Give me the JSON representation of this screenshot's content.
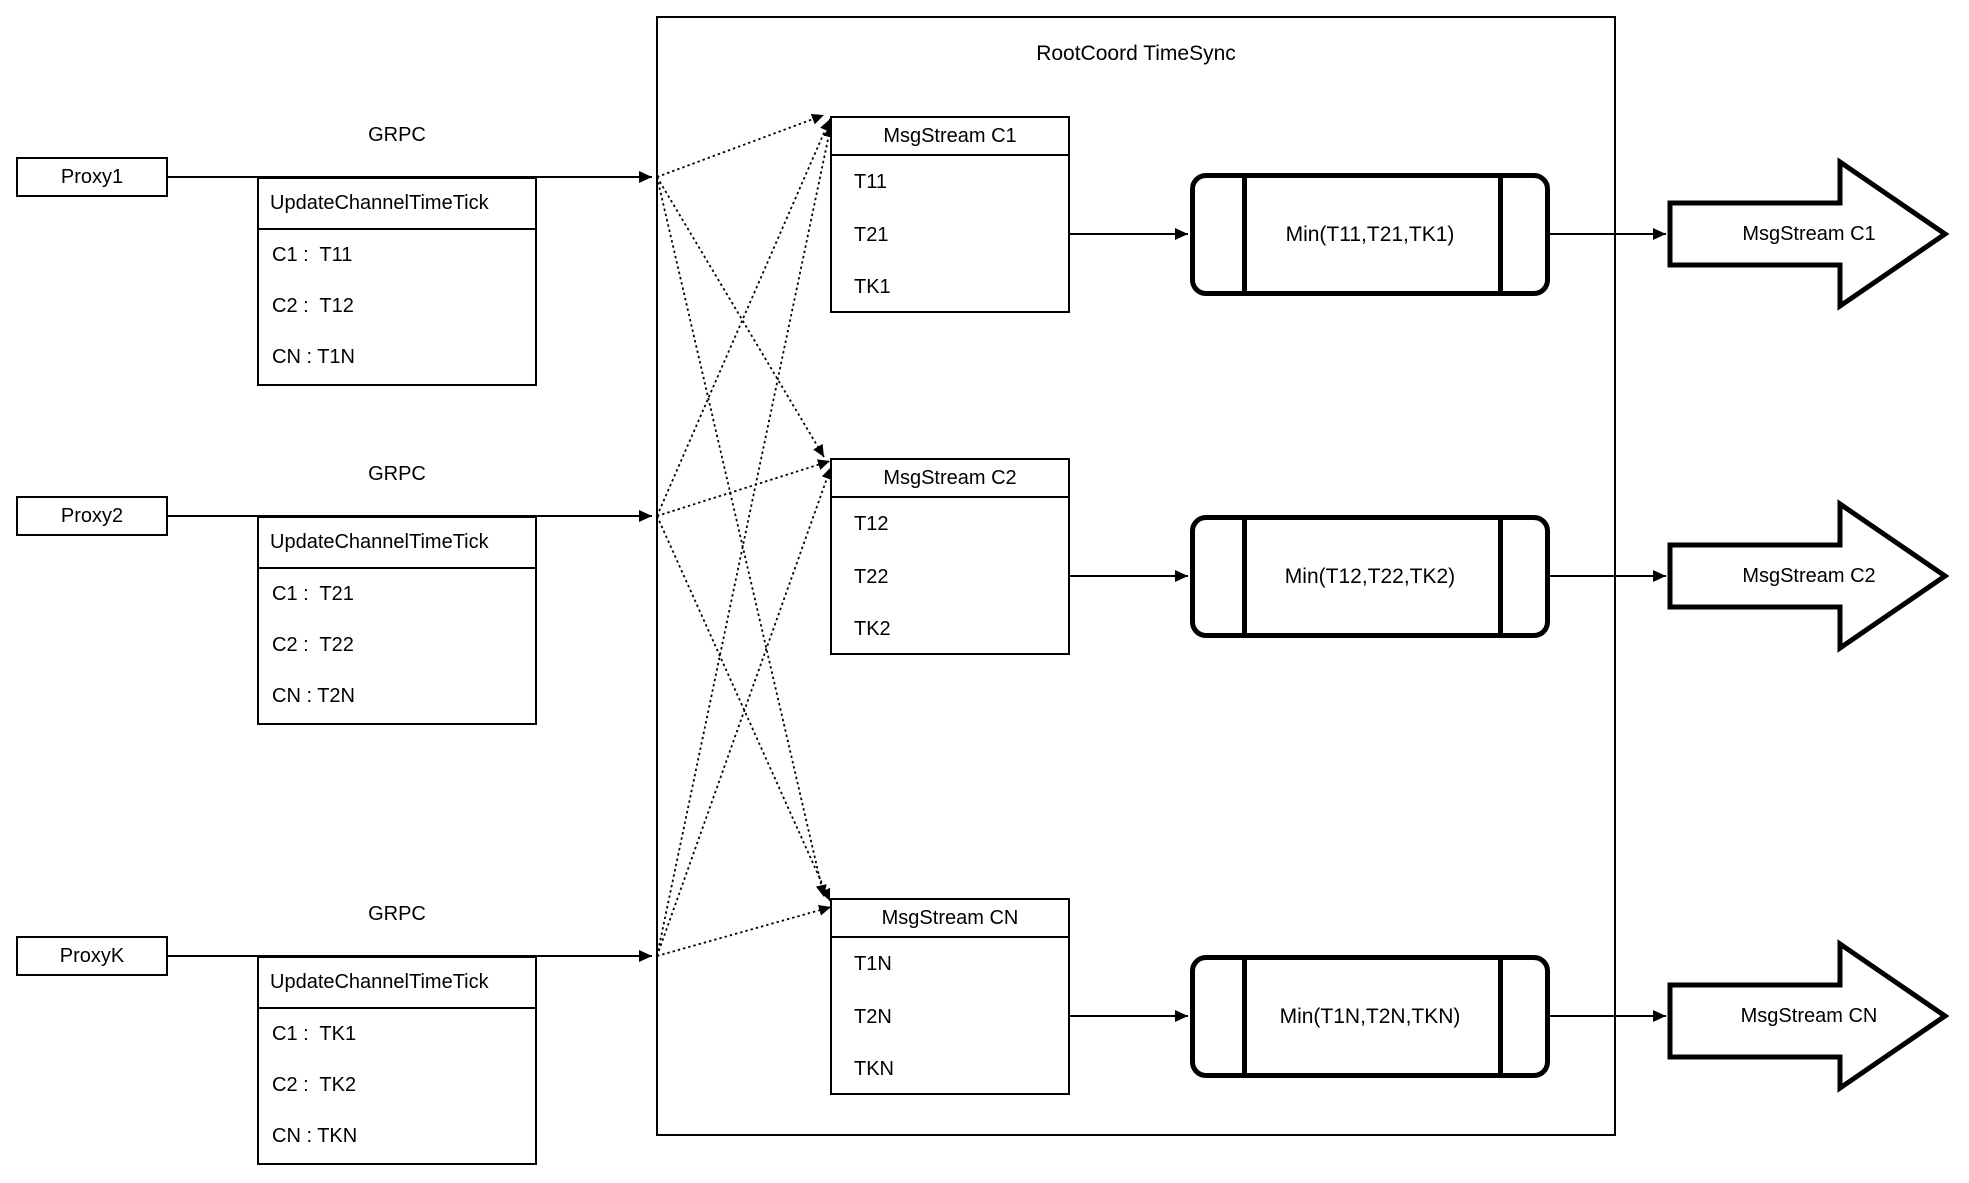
{
  "diagram": {
    "container_title": "RootCoord TimeSync",
    "grpc_label": "GRPC",
    "rpc_method": "UpdateChannelTimeTick",
    "proxies": [
      {
        "name": "Proxy1",
        "rows": [
          "C1 :  T11",
          "C2 :  T12",
          "CN : T1N"
        ]
      },
      {
        "name": "Proxy2",
        "rows": [
          "C1 :  T21",
          "C2 :  T22",
          "CN : T2N"
        ]
      },
      {
        "name": "ProxyK",
        "rows": [
          "C1 :  TK1",
          "C2 :  TK2",
          "CN : TKN"
        ]
      }
    ],
    "streams": [
      {
        "header": "MsgStream C1",
        "ticks": [
          "T11",
          "T21",
          "TK1"
        ],
        "min": "Min(T11,T21,TK1)",
        "output": "MsgStream C1"
      },
      {
        "header": "MsgStream C2",
        "ticks": [
          "T12",
          "T22",
          "TK2"
        ],
        "min": "Min(T12,T22,TK2)",
        "output": "MsgStream C2"
      },
      {
        "header": "MsgStream CN",
        "ticks": [
          "T1N",
          "T2N",
          "TKN"
        ],
        "min": "Min(T1N,T2N,TKN)",
        "output": "MsgStream CN"
      }
    ]
  }
}
